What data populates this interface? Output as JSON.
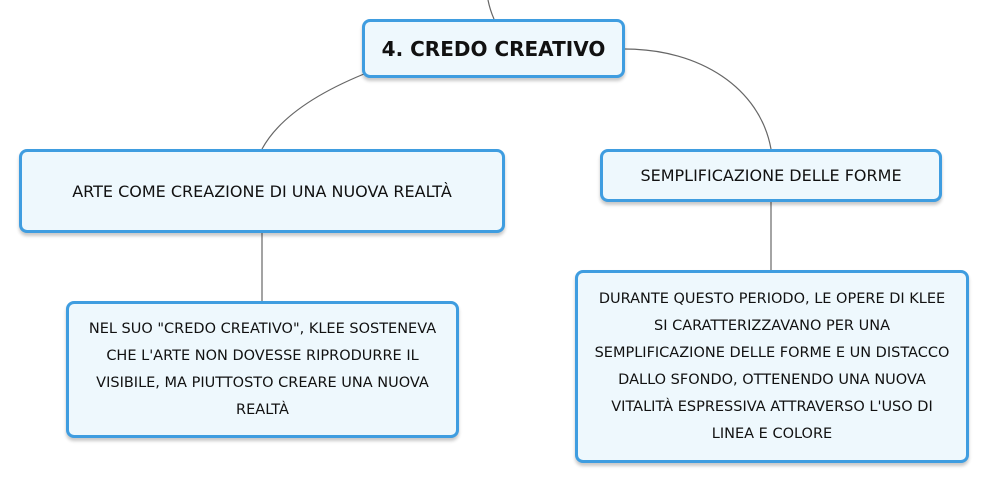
{
  "map": {
    "root": {
      "label": "4. CREDO CREATIVO"
    },
    "left": {
      "label": "ARTE COME CREAZIONE DI UNA NUOVA REALTÀ",
      "detail": "NEL SUO \"CREDO CREATIVO\", KLEE SOSTENEVA CHE L'ARTE NON DOVESSE RIPRODURRE IL VISIBILE, MA PIUTTOSTO CREARE UNA NUOVA REALTÀ"
    },
    "right": {
      "label": "SEMPLIFICAZIONE DELLE FORME",
      "detail": "DURANTE QUESTO PERIODO, LE OPERE DI KLEE SI CARATTERIZZAVANO PER UNA SEMPLIFICAZIONE DELLE FORME E UN DISTACCO DALLO SFONDO, OTTENENDO UNA NUOVA VITALITÀ ESPRESSIVA ATTRAVERSO L'USO DI LINEA E COLORE"
    }
  },
  "colors": {
    "node_border": "#3f9de0",
    "node_fill": "#eef8fd",
    "connector": "#666666",
    "text": "#111111"
  }
}
